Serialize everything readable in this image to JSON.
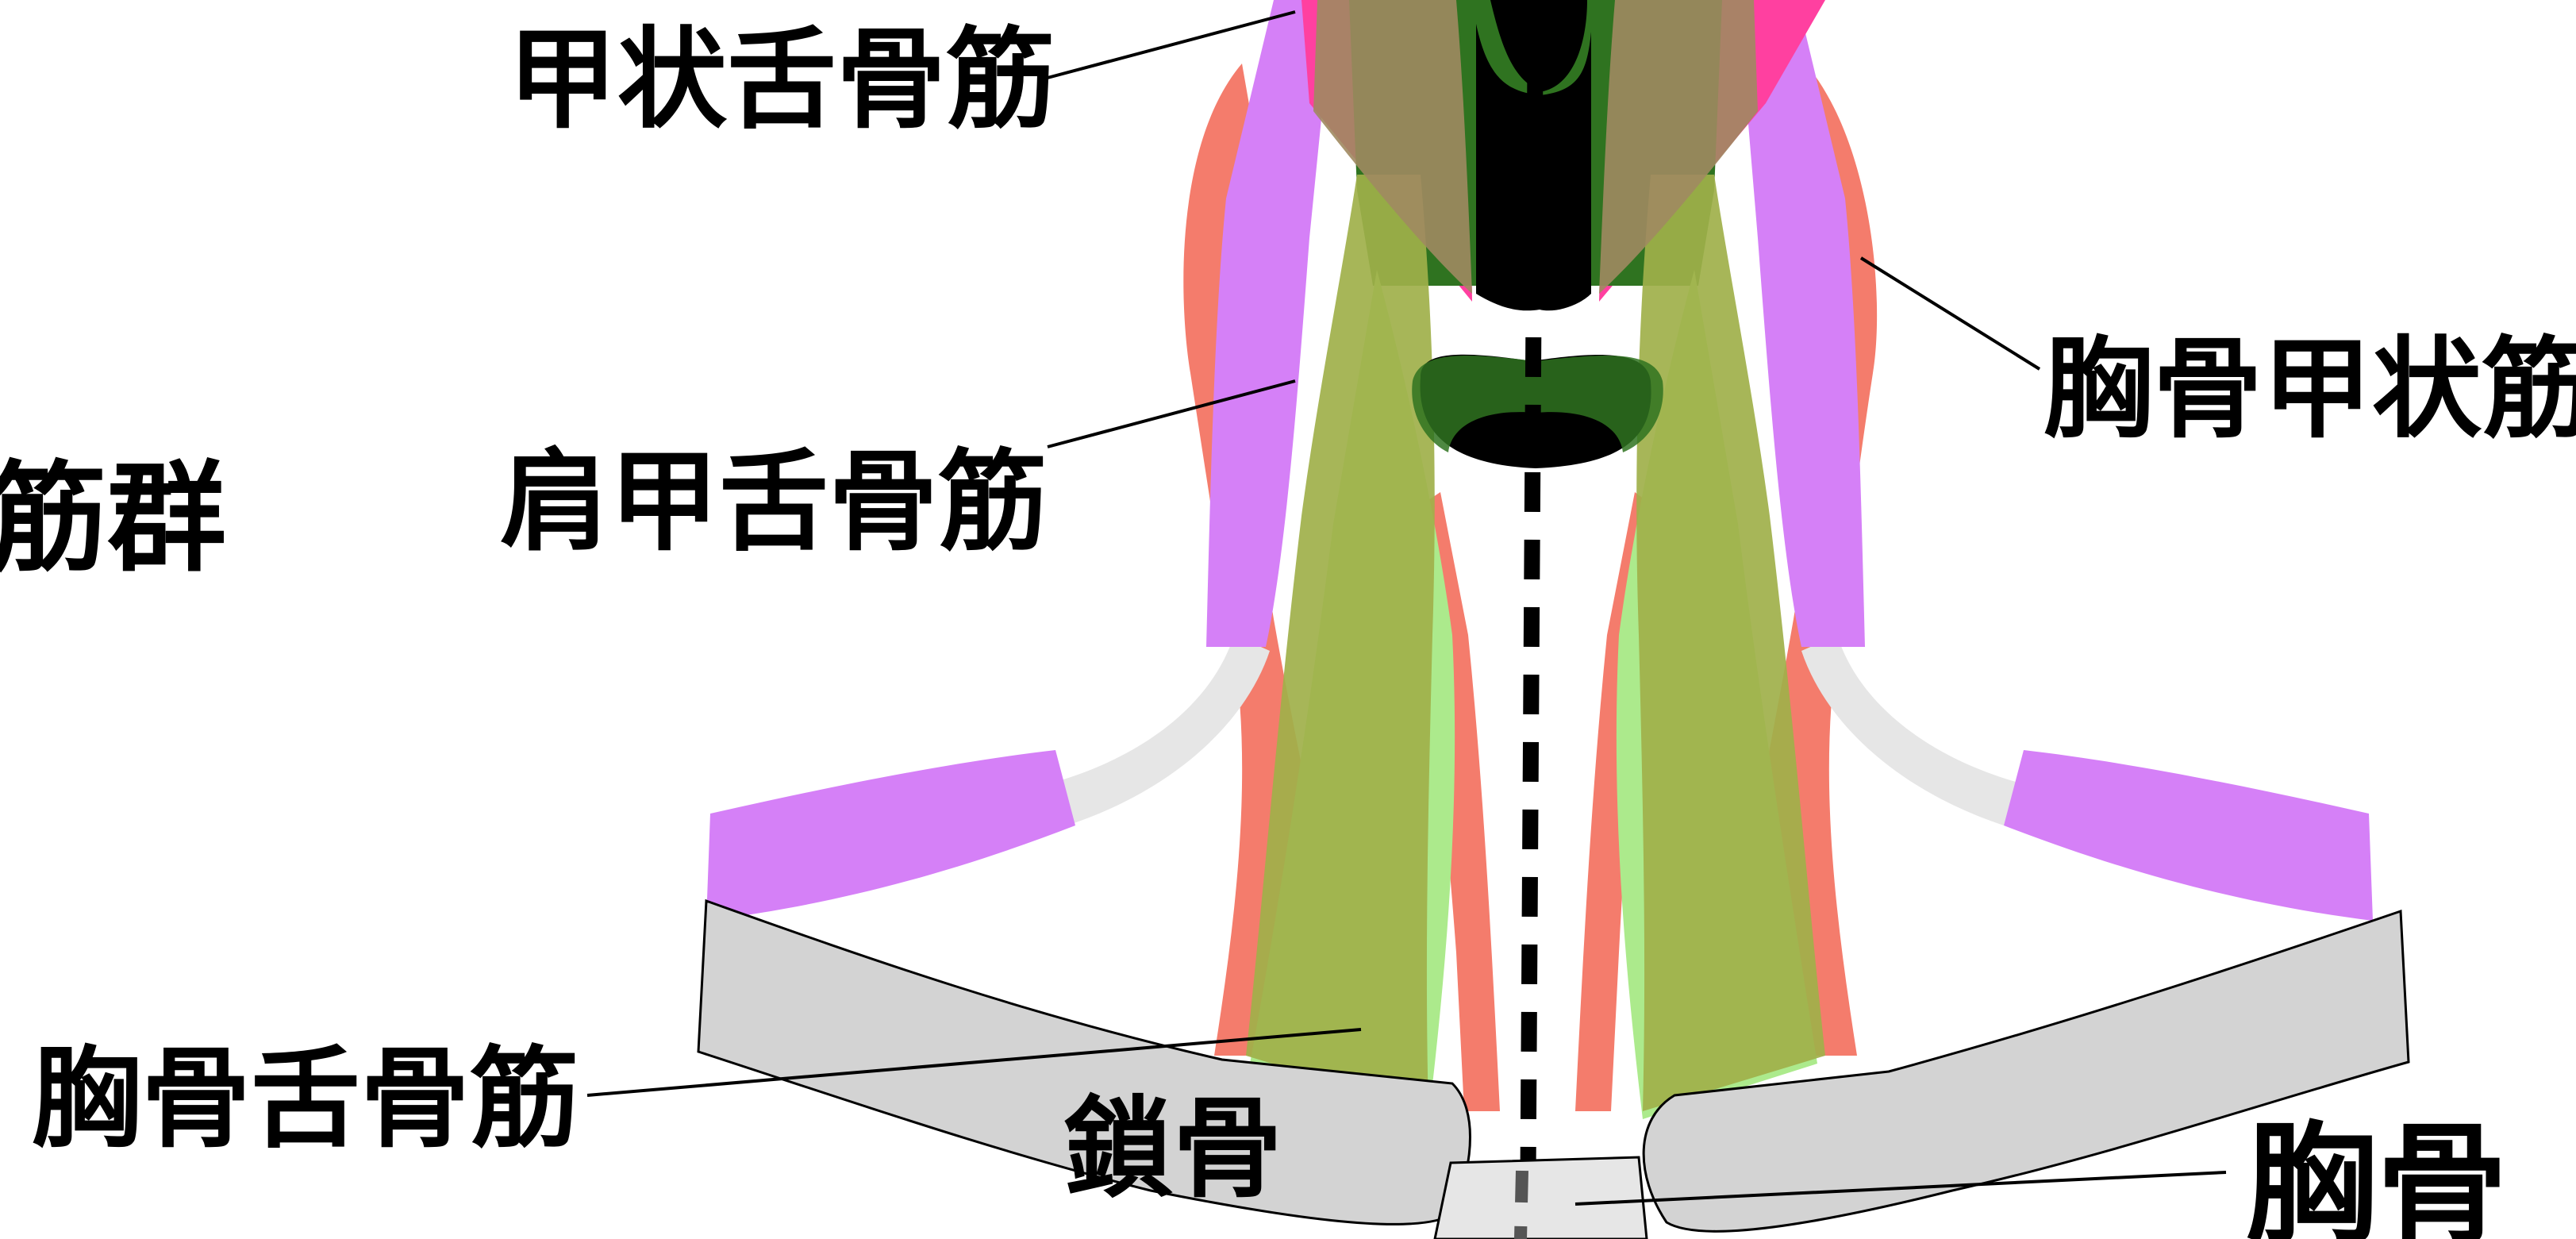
{
  "labels": {
    "thyrohyoid": "甲状舌骨筋",
    "omohyoid": "肩甲舌骨筋",
    "group": "筋群",
    "sternothyroid": "胸骨甲状筋",
    "sternohyoid": "胸骨舌骨筋",
    "clavicle": "鎖骨",
    "sternum": "胸骨"
  },
  "colors": {
    "sternocleidomastoid": "#f47c6c",
    "omohyoid": "#d580f7",
    "omohyoid_tendon": "#e6e6e6",
    "thyrohyoid": "#ff40a0",
    "sternohyoid": "#9fb04a",
    "sternothyroid": "#acea8c",
    "larynx_dark": "#2f7320",
    "bone": "#d3d3d3",
    "cartilage": "#000000"
  }
}
